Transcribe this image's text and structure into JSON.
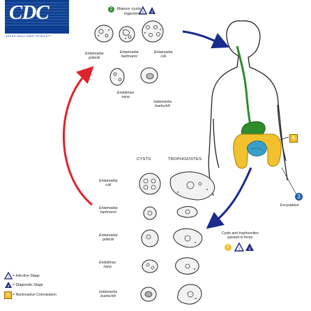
{
  "logo": {
    "letters": "CDC",
    "tagline": "SAFER·HEALTHIER·PEOPLE™"
  },
  "top": {
    "mature_cysts": "Mature cysts",
    "ingested": "ingested",
    "step": "2"
  },
  "top_labels": {
    "polecki": "Entamoeba\npolecki",
    "hartmanni": "Entamoeba\nhartmanni",
    "coli": "Entamoeba\ncoli",
    "endolimax": "Endolimax\nnana",
    "iodamoeba": "Iodamoeba\nbuetschlii"
  },
  "table": {
    "cysts_header": "CYSTS",
    "trophozoites_header": "TROPHOZOITES",
    "rows": [
      "Entamoeba\ncoli",
      "Entamoeba\nhartmanni",
      "Entamoeba\npolecki",
      "Endolimax\nnana",
      "Iodamoeba\nbuetschlii"
    ]
  },
  "right": {
    "step_a": "A",
    "step_3": "3",
    "excystation": "Excystation",
    "passed": "Cysts and trophozoites\npassed in feces",
    "step_1": "1"
  },
  "legend": [
    {
      "marker": "i",
      "text": "= Infective Stage"
    },
    {
      "marker": "d",
      "text": "= Diagnostic Stage"
    },
    {
      "marker": "A",
      "text": "= Noninvasive Colonization"
    }
  ],
  "colors": {
    "infective": "#1a237e",
    "diagnostic": "#1a237e",
    "colonization": "#f2c12e",
    "logo": "#0b3d91",
    "arrow_red": "#e0212b",
    "arrow_blue": "#1a2b8c",
    "esophagus": "#2e8b2e",
    "intestine": "#f2c12e",
    "colon_blue": "#3aa0c8"
  }
}
